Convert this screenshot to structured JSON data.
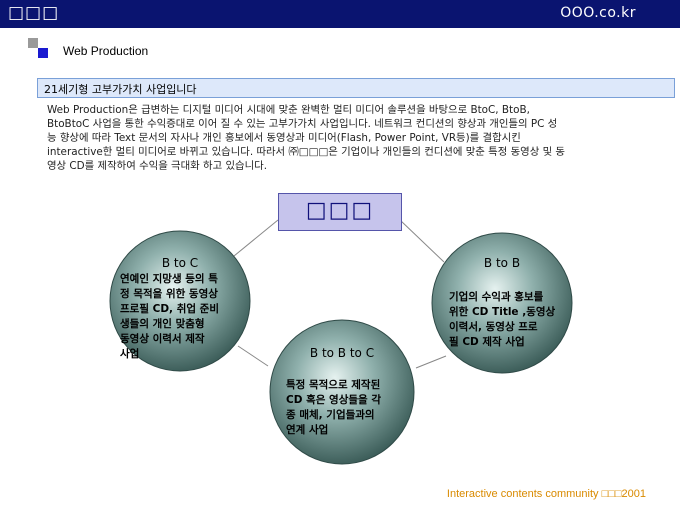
{
  "header": {
    "brand": "□□□",
    "domain": "OOO.co.kr"
  },
  "section": {
    "title": "Web Production"
  },
  "headline": "21세기형 고부가가치 사업입니다",
  "body_lines": [
    "Web Production은 급변하는 디지털 미디어 시대에 맞춘 완벽한 멀티 미디어 솔루션을 바탕으로 BtoC, BtoB,",
    "BtoBtoC 사업을 통한 수익증대로 이어 질 수 있는 고부가가치 사업입니다. 네트워크 컨디션의 향상과 개인들의 PC 성",
    "능 향상에 따라 Text 문서의 자사나 개인 홍보에서 동영상과 미디어(Flash, Power Point, VR등)를 결합시킨",
    "interactive한 멀티 미디어로 바뀌고 있습니다. 따라서 ㈜□□□은 기업이나 개인들의 컨디션에 맞춘 특정 동영상 및 동",
    "영상 CD를 제작하여 수익을 극대화 하고 있습니다."
  ],
  "diagram": {
    "center": "□□□",
    "btoc": {
      "title": "B to C",
      "lines": [
        "연예인 지망생 등의 특",
        "정 목적을 위한 동영상",
        "프로필 CD, 취업 준비",
        "생들의 개인 맞춤형",
        "동영상 이력서 제작",
        "사업"
      ]
    },
    "btob": {
      "title": "B to B",
      "lines": [
        "기업의 수익과 홍보를",
        "위한 CD Title ,동영상",
        "이력서, 동영상 프로",
        "필 CD 제작 사업"
      ]
    },
    "btobtoc": {
      "title": "B to B to C",
      "lines": [
        "특정 목적으로 제작된",
        "CD 혹은 영상들을 각",
        "종 매체, 기업들과의",
        "연계 사업"
      ]
    }
  },
  "footer": "Interactive contents community □□□2001"
}
